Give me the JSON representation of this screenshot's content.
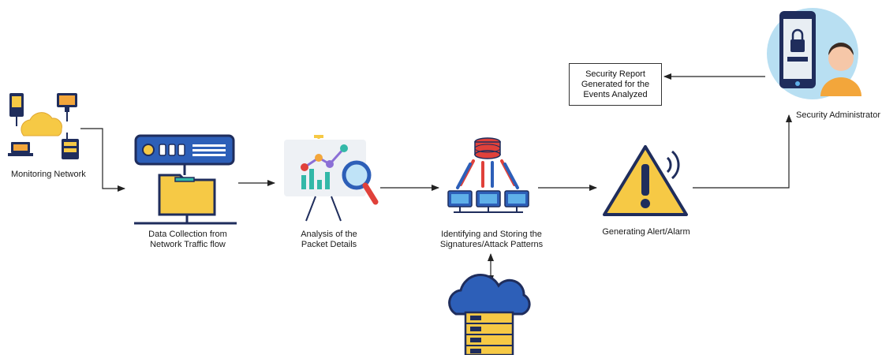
{
  "nodes": {
    "monitoring": {
      "label": "Monitoring Network"
    },
    "collection": {
      "line1": "Data Collection from",
      "line2": "Network Traffic flow"
    },
    "analysis": {
      "line1": "Analysis of the",
      "line2": "Packet Details"
    },
    "signatures": {
      "line1": "Identifying and Storing the",
      "line2": "Signatures/Attack Patterns"
    },
    "alert": {
      "label": "Generating Alert/Alarm"
    },
    "admin": {
      "label": "Security Administrator"
    },
    "report": {
      "line1": "Security Report",
      "line2": "Generated for the",
      "line3": "Events Analyzed"
    }
  },
  "colors": {
    "navy": "#1f2d5c",
    "blue": "#2d5fb8",
    "sky": "#5fb0e8",
    "yellow": "#f6c945",
    "orange": "#f3a63b",
    "red": "#e0413a",
    "teal": "#33b8a8",
    "purple": "#8b6fd6",
    "arrow": "#222222"
  },
  "icons": [
    "network-icon",
    "server-folder-icon",
    "analytics-board-icon",
    "database-network-icon",
    "warning-alarm-icon",
    "admin-phone-icon",
    "cloud-storage-icon"
  ]
}
